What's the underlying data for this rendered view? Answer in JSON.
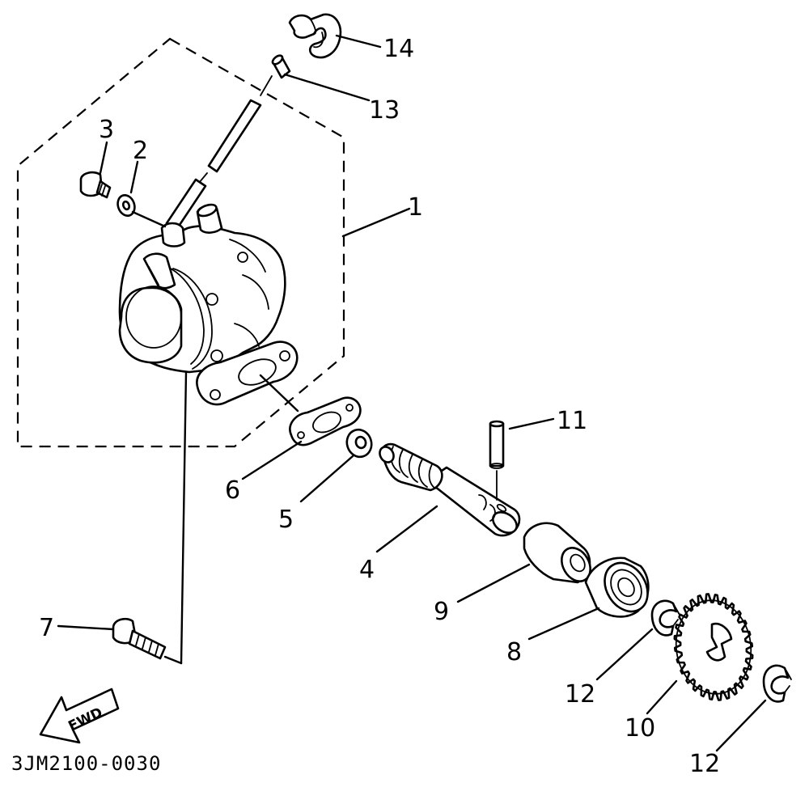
{
  "diagram": {
    "drawing_code": "3JM2100-0030",
    "direction_label": "FWD",
    "callouts": [
      {
        "id": "c1",
        "text": "1"
      },
      {
        "id": "c2",
        "text": "2"
      },
      {
        "id": "c3",
        "text": "3"
      },
      {
        "id": "c4",
        "text": "4"
      },
      {
        "id": "c5",
        "text": "5"
      },
      {
        "id": "c6",
        "text": "6"
      },
      {
        "id": "c7",
        "text": "7"
      },
      {
        "id": "c8",
        "text": "8"
      },
      {
        "id": "c9",
        "text": "9"
      },
      {
        "id": "c10",
        "text": "10"
      },
      {
        "id": "c11",
        "text": "11"
      },
      {
        "id": "c12a",
        "text": "12"
      },
      {
        "id": "c12b",
        "text": "12"
      },
      {
        "id": "c13",
        "text": "13"
      },
      {
        "id": "c14",
        "text": "14"
      }
    ]
  }
}
